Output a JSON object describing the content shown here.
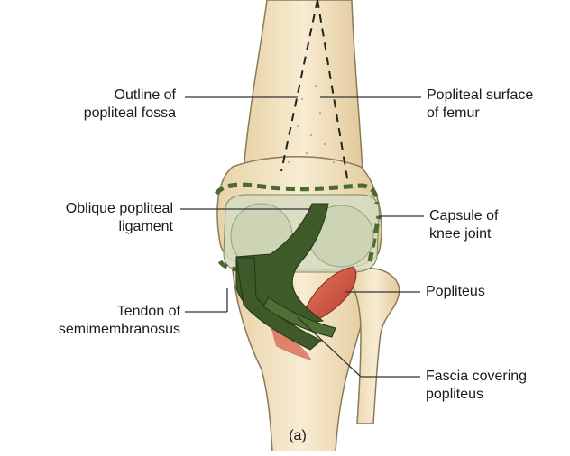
{
  "labels": {
    "outline_fossa": [
      "Outline of",
      "popliteal fossa"
    ],
    "oblique_ligament": [
      "Oblique popliteal",
      "ligament"
    ],
    "tendon_semimembranosus": [
      "Tendon of",
      "semimembranosus"
    ],
    "popliteal_surface": [
      "Popliteal surface",
      "of femur"
    ],
    "capsule": [
      "Capsule of",
      "knee joint"
    ],
    "popliteus": [
      "Popliteus"
    ],
    "fascia": [
      "Fascia covering",
      "popliteus"
    ],
    "caption": "(a)"
  },
  "colors": {
    "bone_fill": "#f3e4c4",
    "bone_stroke": "#8a7a5a",
    "capsule_fill": "#d6dcc2",
    "ligament_green": "#3d5a28",
    "muscle_red": "#c94a3a",
    "leader": "#333333"
  }
}
